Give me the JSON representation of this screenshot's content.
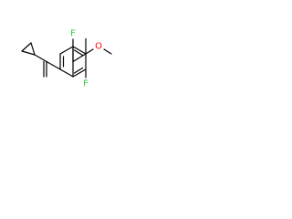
{
  "molecule": {
    "atoms": {
      "fluorine_top": "F",
      "fluorine_bottom": "F",
      "oxygen": "O"
    },
    "colors": {
      "bond": "#000000",
      "fluorine": "#33cc33",
      "oxygen": "#ff0000"
    }
  }
}
